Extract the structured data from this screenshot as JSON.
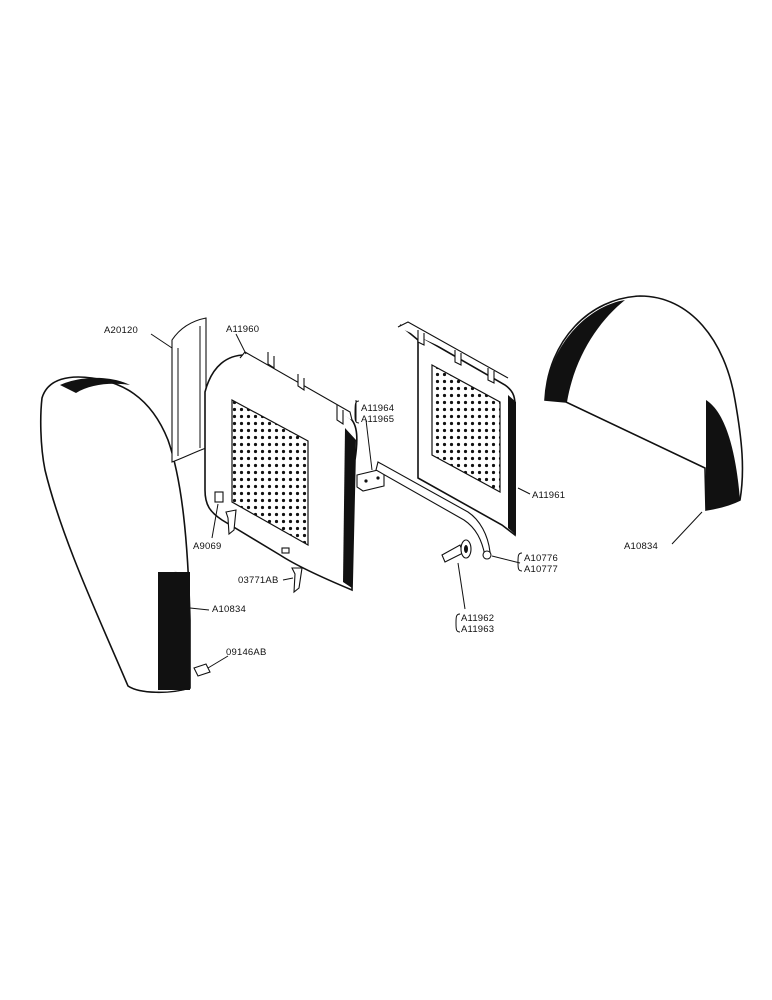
{
  "diagram": {
    "labels": {
      "fender_left": "A10834",
      "fender_right": "A10834",
      "hood_panel": "A11960",
      "side_panel": "A11961",
      "bracket_top": "A20120",
      "clip": "A9069",
      "fastener": "03771AB",
      "nut": "09146AB",
      "hinge_a": "A11964",
      "hinge_b": "A11965",
      "rod_a": "A10776",
      "rod_b": "A10777",
      "pin_a": "A11962",
      "pin_b": "A11963"
    },
    "colors": {
      "ink": "#111111",
      "paper": "#ffffff"
    }
  }
}
